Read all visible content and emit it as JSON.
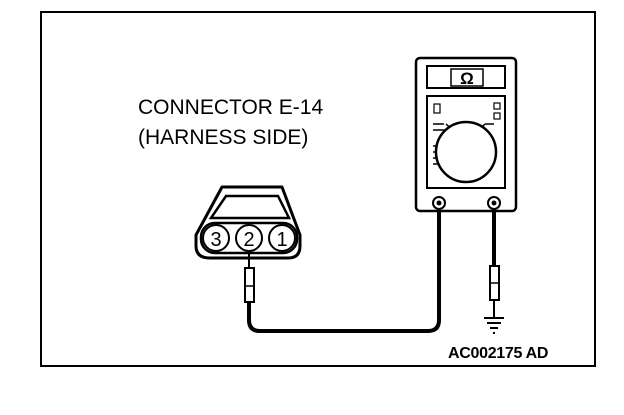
{
  "connector": {
    "title": "CONNECTOR E-14",
    "subtitle": "(HARNESS SIDE)",
    "pins": [
      "3",
      "2",
      "1"
    ]
  },
  "meter": {
    "symbol": "Ω",
    "icon": "ohmmeter-icon"
  },
  "ground": {
    "icon": "ground-symbol-icon"
  },
  "reference_code": "AC002175 AD",
  "colors": {
    "ink": "#000000",
    "background": "#ffffff"
  }
}
